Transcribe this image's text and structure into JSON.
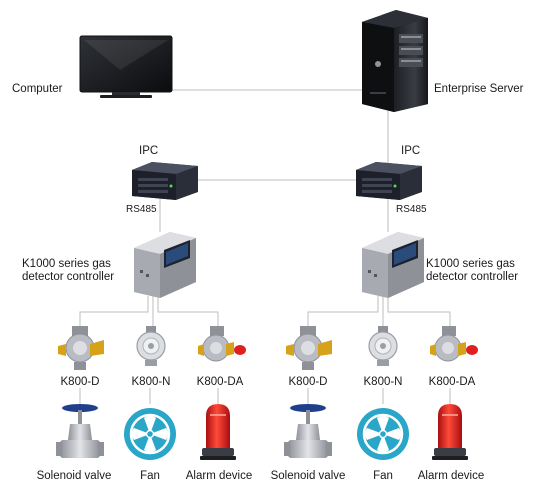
{
  "top": {
    "computer_label": "Computer",
    "server_label": "Enterprise Server"
  },
  "left_group": {
    "ipc_label": "IPC",
    "rs485_label": "RS485",
    "controller_label": "K1000 series gas detector controller",
    "detectors": [
      "K800-D",
      "K800-N",
      "K800-DA"
    ],
    "devices": [
      "Solenoid valve",
      "Fan",
      "Alarm device"
    ]
  },
  "right_group": {
    "ipc_label": "IPC",
    "rs485_label": "RS485",
    "controller_label": "K1000 series gas detector controller",
    "detectors": [
      "K800-D",
      "K800-N",
      "K800-DA"
    ],
    "devices": [
      "Solenoid valve",
      "Fan",
      "Alarm device"
    ]
  },
  "colors": {
    "line": "#bdbdbd",
    "device_dark": "#2a2e38",
    "fan_blue": "#2aa6c8",
    "alarm_red": "#e02020",
    "detector_yellow": "#d6a21a",
    "valve_blue": "#1f3f8a",
    "metal": "#b9bcc2"
  }
}
